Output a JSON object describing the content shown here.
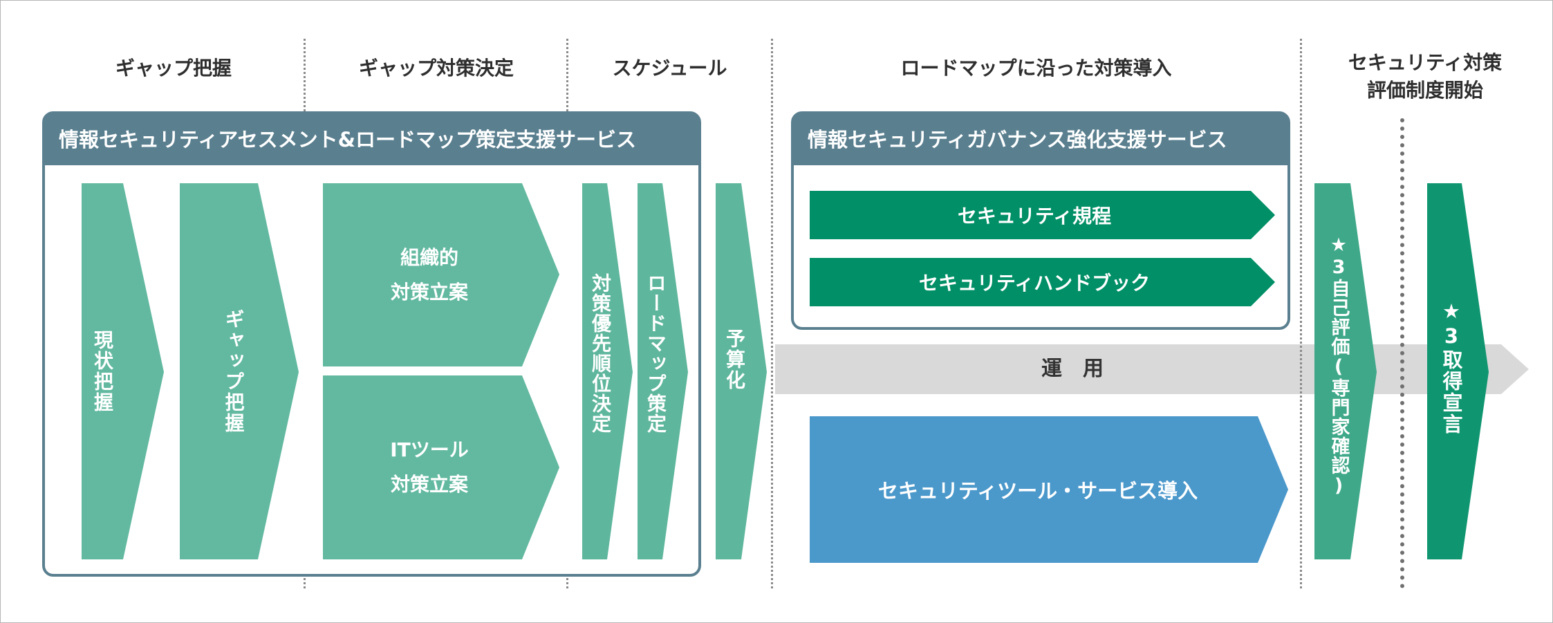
{
  "phases": [
    "ギャップ把握",
    "ギャップ対策決定",
    "スケジュール",
    "ロードマップに沿った対策導入",
    [
      "セキュリティ対策",
      "評価制度開始"
    ]
  ],
  "panel1": {
    "title": "情報セキュリティアセスメント&ロードマップ策定支援サービス",
    "steps": {
      "genjo": "現状把握",
      "gap": "ギャップ把握",
      "soshiki": [
        "組織的",
        "対策立案"
      ],
      "it": [
        "ITツール",
        "対策立案"
      ],
      "yusen": "対策優先順位決定",
      "roadmap": "ロードマップ策定"
    }
  },
  "yosan": "予算化",
  "panel2": {
    "title": "情報セキュリティガバナンス強化支援サービス",
    "rules": "セキュリティ規程",
    "handbook": "セキュリティハンドブック"
  },
  "unyo": "運　用",
  "tool": "セキュリティツール・サービス導入",
  "self_eval": "★3自己評価(専門家確認)",
  "declare": "★3取得宣言",
  "colors": {
    "panel": "#5a7f8f",
    "teal_light": "#62b9a0",
    "green": "#008f66",
    "blue": "#4b98cb",
    "gray_band": "#d9d9d9",
    "phase_line": "#8a8a8a"
  },
  "icons": [
    "star-icon"
  ]
}
